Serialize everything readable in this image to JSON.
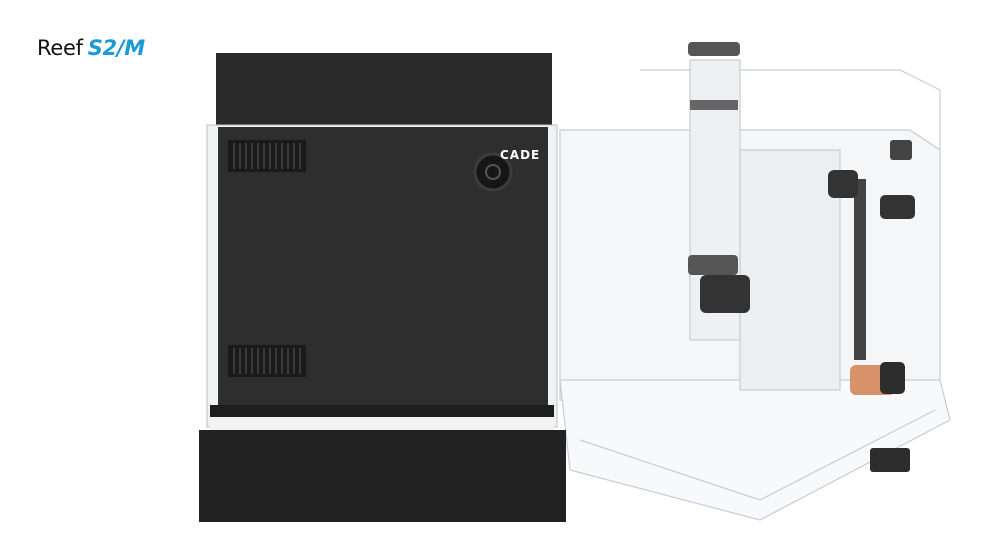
{
  "title": {
    "brand_part": "Reef",
    "model_part": "S2/M",
    "model_color": "#1a9ad6"
  },
  "product": {
    "logo": "CADE",
    "cabinet_color": "#2a2a2a"
  }
}
